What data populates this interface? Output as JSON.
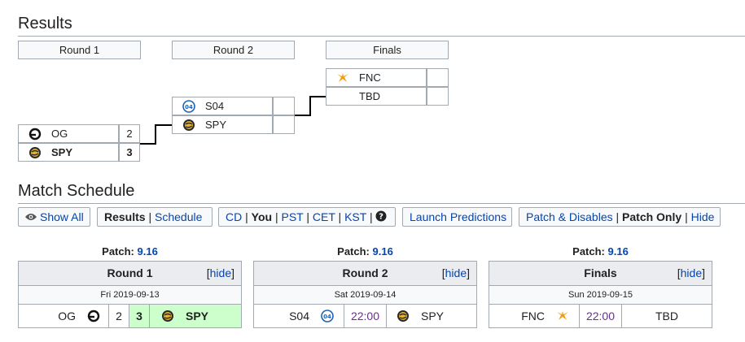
{
  "results": {
    "title": "Results",
    "round_headers": [
      "Round 1",
      "Round 2",
      "Finals"
    ],
    "round1": {
      "team1": {
        "name": "OG",
        "score": "2",
        "logo": "og-logo-icon"
      },
      "team2": {
        "name": "SPY",
        "score": "3",
        "logo": "splyce-logo-icon",
        "winner": true
      }
    },
    "round2": {
      "team1": {
        "name": "S04",
        "score": "",
        "logo": "schalke-logo-icon"
      },
      "team2": {
        "name": "SPY",
        "score": "",
        "logo": "splyce-logo-icon"
      }
    },
    "finals": {
      "team1": {
        "name": "FNC",
        "score": "",
        "logo": "fnatic-logo-icon"
      },
      "team2": {
        "name": "TBD",
        "score": ""
      }
    }
  },
  "schedule": {
    "title": "Match Schedule",
    "buttons": {
      "show_all": "Show All",
      "results": "Results",
      "schedule": "Schedule",
      "tz_cd": "CD",
      "tz_you": "You",
      "tz_pst": "PST",
      "tz_cet": "CET",
      "tz_kst": "KST",
      "sep": "|",
      "launch_predictions": "Launch Predictions",
      "patch_disables": "Patch & Disables",
      "patch_only": "Patch Only",
      "hide": "Hide"
    },
    "patch_label": "Patch:",
    "hide_link": "hide",
    "bracket_open": "[",
    "bracket_close": "]",
    "matches": [
      {
        "patch": "9.16",
        "round": "Round 1",
        "date": "Fri 2019-09-13",
        "team1": "OG",
        "score1": "2",
        "score2": "3",
        "team2": "SPY"
      },
      {
        "patch": "9.16",
        "round": "Round 2",
        "date": "Sat 2019-09-14",
        "team1": "S04",
        "time": "22:00",
        "team2": "SPY"
      },
      {
        "patch": "9.16",
        "round": "Finals",
        "date": "Sun 2019-09-15",
        "team1": "FNC",
        "time": "22:00",
        "team2": "TBD"
      }
    ]
  },
  "colors": {
    "link": "#0645ad",
    "time": "#6b2d91",
    "winner_bg": "#ccffcc",
    "header_bg": "#eaecf0",
    "border": "#a2a9b1"
  }
}
